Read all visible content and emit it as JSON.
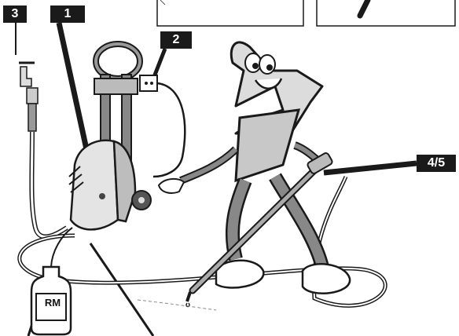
{
  "labels": {
    "tap": "3",
    "unit": "1",
    "socket": "2",
    "lance": "4/5"
  },
  "bottle": {
    "text": "RM"
  },
  "colors": {
    "label_bg": "#1a1a1a",
    "label_text": "#ffffff",
    "line": "#1a1a1a",
    "body_gray": "#bdbdbd",
    "light_gray": "#e4e4e4"
  }
}
